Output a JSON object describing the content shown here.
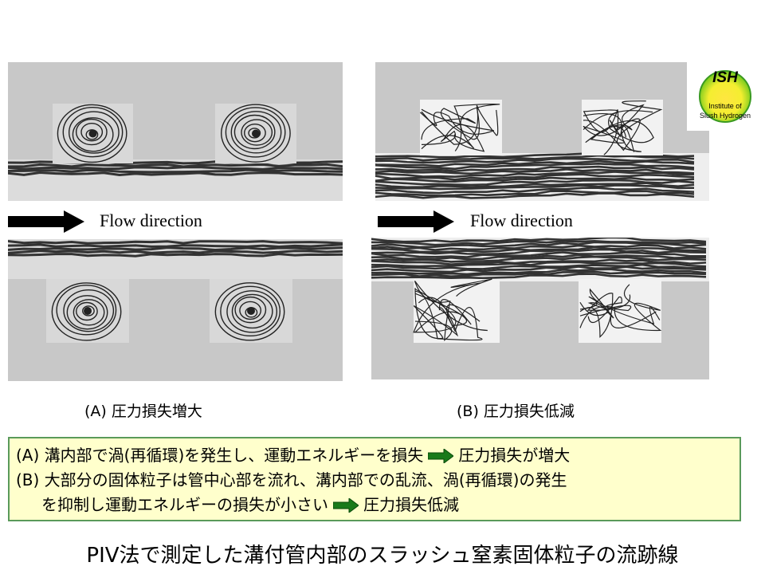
{
  "panels": {
    "a_label": "Flow direction",
    "b_label": "Flow direction"
  },
  "captions": {
    "a": "(A) 圧力損失増大",
    "b": "(B) 圧力損失低減"
  },
  "logo": {
    "abbr": "ISH",
    "line1": "Institute of",
    "line2": "Slush Hydrogen"
  },
  "notes": {
    "line_a_pre": "(A)  溝内部で渦(再循環)を発生し、運動エネルギーを損失",
    "line_a_post": "圧力損失が増大",
    "line_b1": "(B) 大部分の固体粒子は管中心部を流れ、溝内部での乱流、渦(再循環)の発生",
    "line_b2_pre": "を抑制し運動エネルギーの損失が小さい",
    "line_b2_post": "圧力損失低減"
  },
  "title": "PIV法で測定した溝付管内部のスラッシュ窒素固体粒子の流跡線",
  "colors": {
    "box_bg": "#ffffcc",
    "box_border": "#5a9a5a",
    "arrow_green": "#1a7a1a"
  }
}
